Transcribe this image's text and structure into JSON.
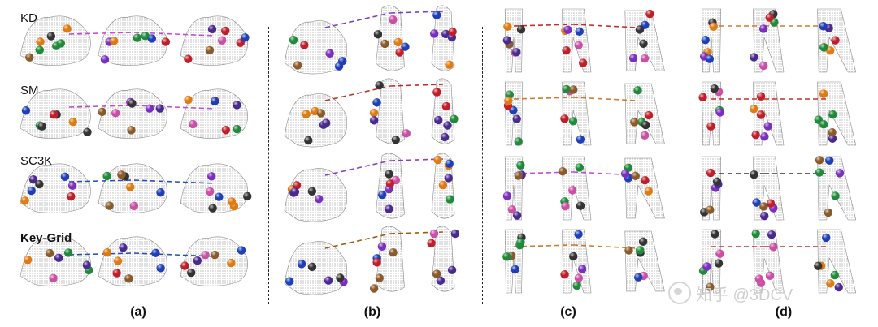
{
  "methods": [
    "KD",
    "SM",
    "SC3K",
    "Key-Grid"
  ],
  "panels": [
    "(a)",
    "(b)",
    "(c)",
    "(d)"
  ],
  "watermark": "知乎 @3DCV",
  "colors": {
    "keypoint": [
      "#4b2a8f",
      "#1f8a3a",
      "#c01f2a",
      "#1f3fb8",
      "#e07a12",
      "#8a5a2a",
      "#cc4fa6",
      "#333333",
      "#7a2fbf"
    ],
    "link_a": [
      "#c24fd0",
      "#c24fd0",
      "#2b4fb0",
      "#2b4fb0"
    ],
    "link_b": [
      "#7b3fc7",
      "#c0302b",
      "#8a3fc9",
      "#9a5a1a"
    ],
    "link_c": [
      "#c0302b",
      "#d07a2a",
      "#c24fd0",
      "#d07a2a"
    ],
    "link_d": [
      "#d07a2a",
      "#c0302b",
      "#333333",
      "#c0302b"
    ]
  }
}
